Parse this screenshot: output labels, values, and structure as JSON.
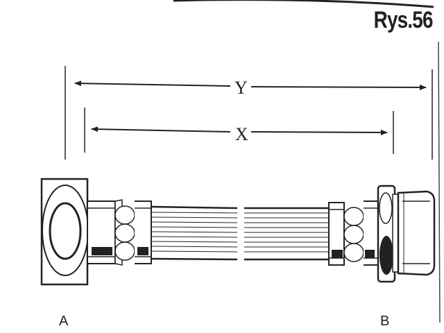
{
  "figure": {
    "title": "Rys.56"
  },
  "dimensions": {
    "overall": "Y",
    "inner": "X"
  },
  "ends": {
    "left": "A",
    "right": "B"
  },
  "colors": {
    "ink": "#222222",
    "paper": "#ffffff"
  }
}
